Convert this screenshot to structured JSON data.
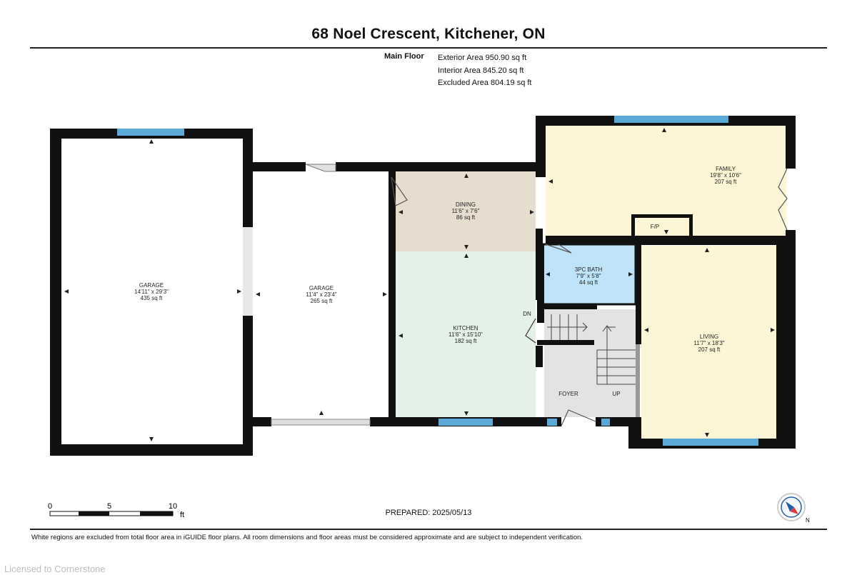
{
  "header": {
    "title": "68 Noel Crescent, Kitchener, ON"
  },
  "areas": {
    "floor_label": "Main Floor",
    "exterior": "Exterior Area 950.90 sq ft",
    "interior": "Interior Area 845.20 sq ft",
    "excluded": "Excluded Area 804.19 sq ft"
  },
  "rooms": {
    "garage_left": {
      "name": "GARAGE",
      "dims": "14'11\" x 29'3\"",
      "area": "435 sq ft"
    },
    "garage_right": {
      "name": "GARAGE",
      "dims": "11'4\" x 23'4\"",
      "area": "265 sq ft"
    },
    "dining": {
      "name": "DINING",
      "dims": "11'6\" x 7'6\"",
      "area": "86 sq ft"
    },
    "kitchen": {
      "name": "KITCHEN",
      "dims": "11'6\" x 15'10\"",
      "area": "182 sq ft"
    },
    "family": {
      "name": "FAMILY",
      "dims": "19'8\" x 10'6\"",
      "area": "207 sq ft"
    },
    "bath": {
      "name": "3PC BATH",
      "dims": "7'9\" x 5'8\"",
      "area": "44 sq ft"
    },
    "living": {
      "name": "LIVING",
      "dims": "11'7\" x 18'3\"",
      "area": "207 sq ft"
    }
  },
  "labels": {
    "fp": "F/P",
    "dn": "DN",
    "up": "UP",
    "foyer": "FOYER"
  },
  "scale": {
    "t0": "0",
    "t5": "5",
    "t10": "10",
    "unit": "ft"
  },
  "compass": {
    "north": "N"
  },
  "footer": {
    "prepared": "PREPARED: 2025/05/13",
    "disclaimer": "White regions are excluded from total floor area in iGUIDE floor plans. All room dimensions and floor areas must be considered approximate and are subject to independent verification.",
    "licensed": "Licensed to Cornerstone"
  },
  "colors": {
    "wall": "#111111",
    "window": "#5aa9d6",
    "dining": "#e6ddcf",
    "kitchen": "#e4f1e8",
    "family": "#fdf6d6",
    "living": "#fdf6d6",
    "bath": "#bfe3f8",
    "foyer": "#e3e3e3"
  }
}
